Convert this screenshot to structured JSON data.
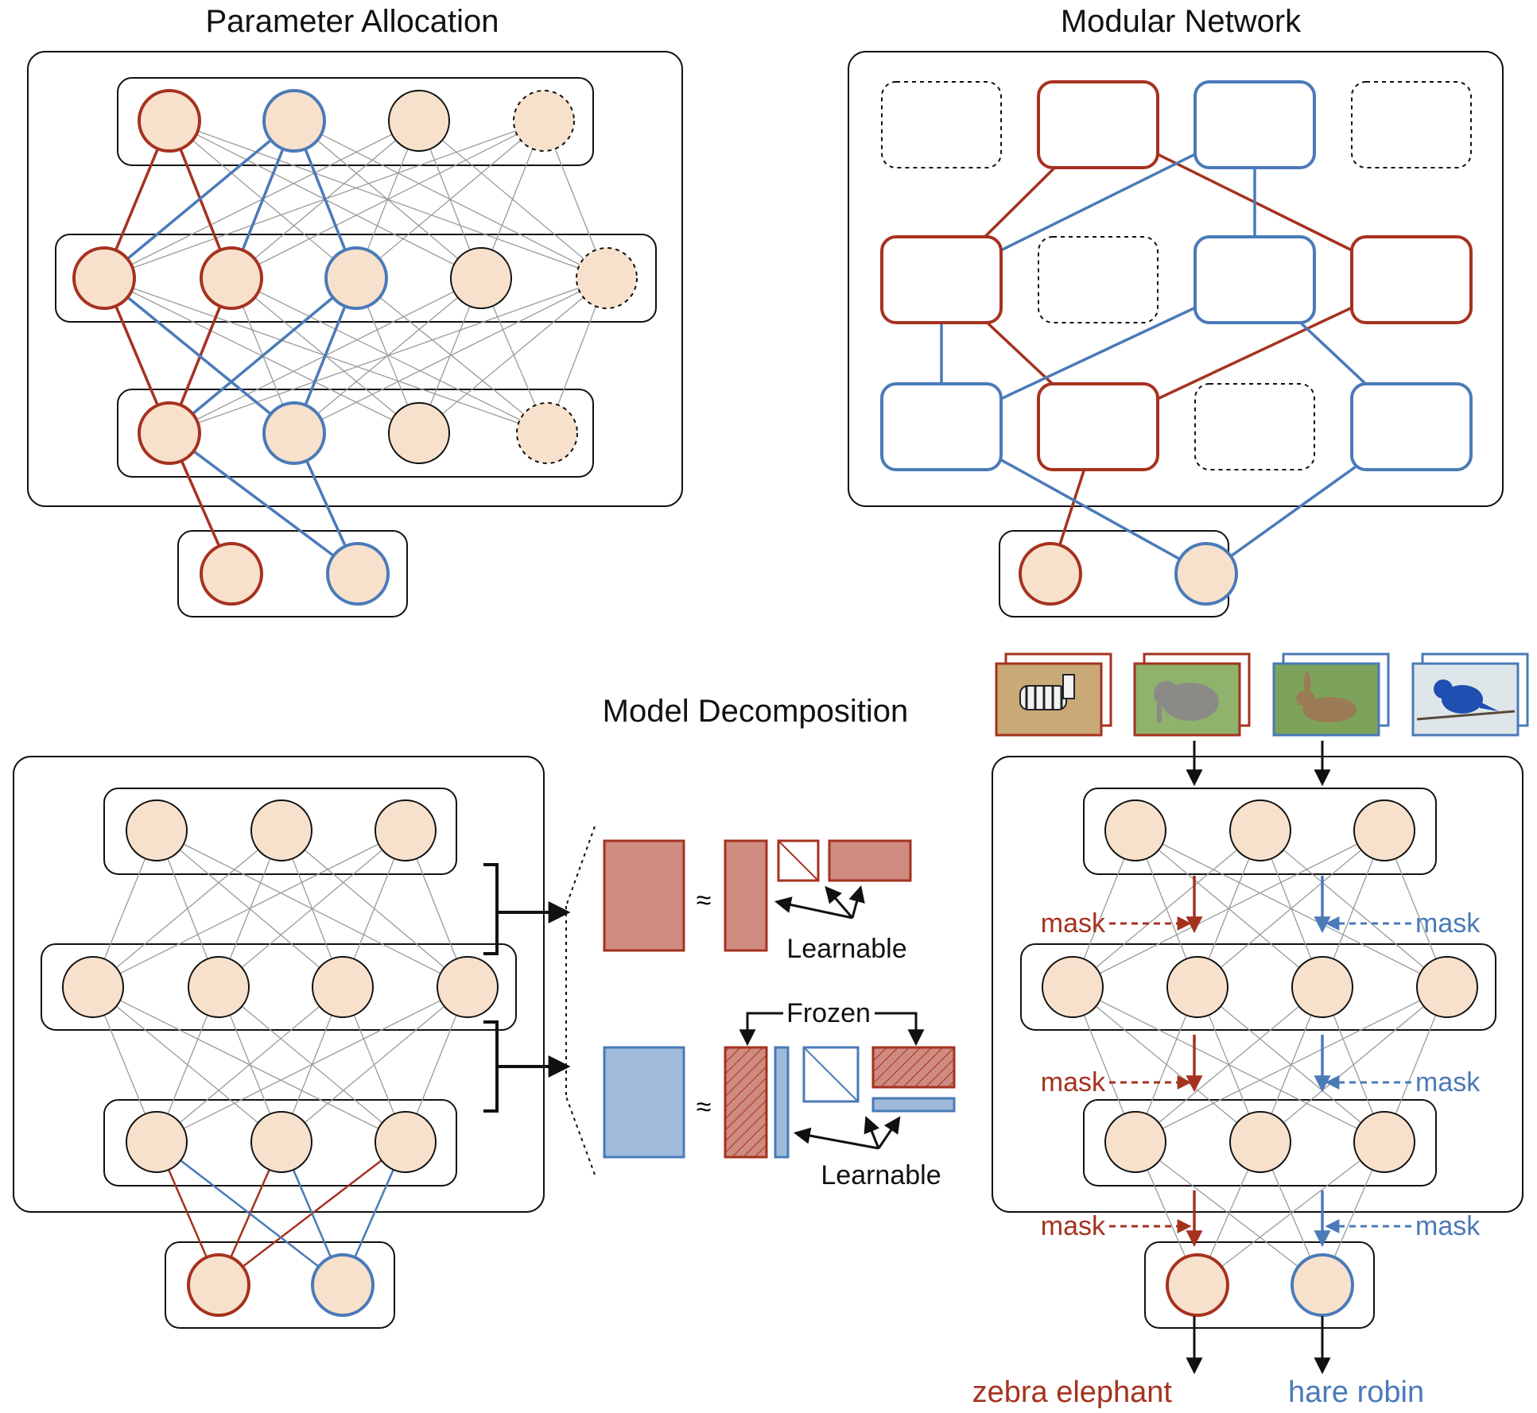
{
  "titles": {
    "parameter_allocation": "Parameter Allocation",
    "modular_network": "Modular Network",
    "model_decomposition": "Model Decomposition"
  },
  "decomposition": {
    "approx_symbol": "≈",
    "learnable_top": "Learnable",
    "learnable_bottom": "Learnable",
    "frozen": "Frozen"
  },
  "mask_label": "mask",
  "outputs": {
    "red_labels": "zebra elephant",
    "blue_labels": "hare robin"
  },
  "images": [
    {
      "name": "zebra",
      "frame_color": "#a5321f"
    },
    {
      "name": "elephant",
      "frame_color": "#a5321f"
    },
    {
      "name": "hare",
      "frame_color": "#4a7ab8"
    },
    {
      "name": "robin",
      "frame_color": "#4a7ab8"
    }
  ],
  "colors": {
    "red": "#a5321f",
    "blue": "#4a7ab8",
    "node_fill": "#f8e1cc",
    "red_fill": "#cf8b80",
    "blue_fill": "#9fbadb",
    "gray_edge": "#9a9a9a"
  }
}
